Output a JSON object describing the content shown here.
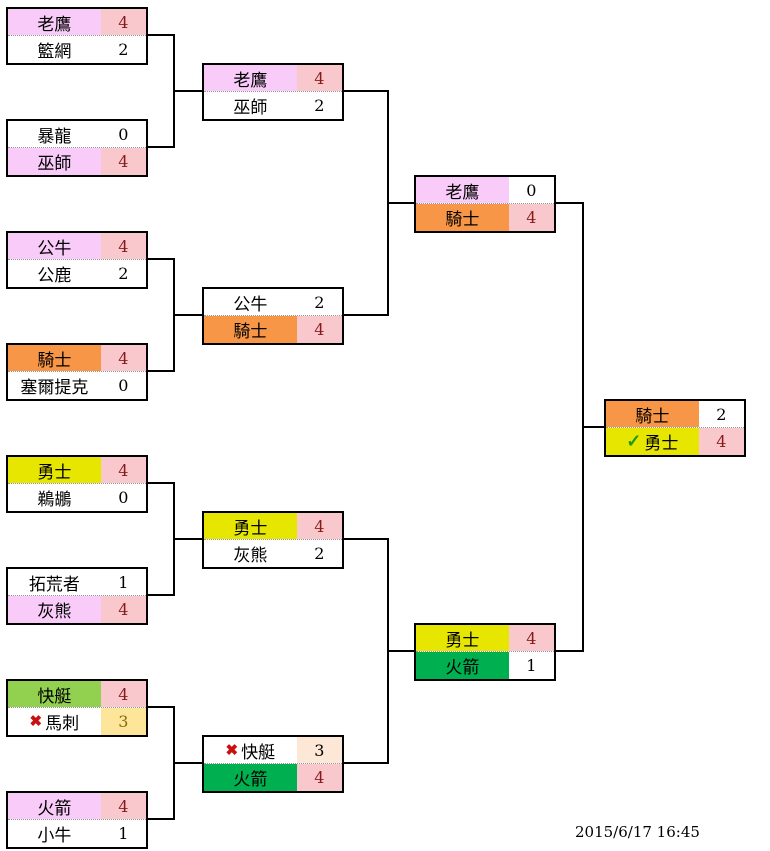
{
  "colors": {
    "pink": "#f8cbf8",
    "orange": "#f79646",
    "yellow": "#e6e600",
    "lime": "#92d050",
    "green": "#00b050",
    "white": "#ffffff",
    "score_win": "#f8c8cc",
    "score_pending": "#fde7d6",
    "score_highlight": "#fde59a"
  },
  "round1": [
    {
      "top": {
        "team": "老鷹",
        "score": "4"
      },
      "bottom": {
        "team": "籃網",
        "score": "2"
      }
    },
    {
      "top": {
        "team": "暴龍",
        "score": "0"
      },
      "bottom": {
        "team": "巫師",
        "score": "4"
      }
    },
    {
      "top": {
        "team": "公牛",
        "score": "4"
      },
      "bottom": {
        "team": "公鹿",
        "score": "2"
      }
    },
    {
      "top": {
        "team": "騎士",
        "score": "4"
      },
      "bottom": {
        "team": "塞爾提克",
        "score": "0"
      }
    },
    {
      "top": {
        "team": "勇士",
        "score": "4"
      },
      "bottom": {
        "team": "鵜鶘",
        "score": "0"
      }
    },
    {
      "top": {
        "team": "拓荒者",
        "score": "1"
      },
      "bottom": {
        "team": "灰熊",
        "score": "4"
      }
    },
    {
      "top": {
        "team": "快艇",
        "score": "4"
      },
      "bottom": {
        "team": "馬刺",
        "score": "3",
        "mark": "✖"
      }
    },
    {
      "top": {
        "team": "火箭",
        "score": "4"
      },
      "bottom": {
        "team": "小牛",
        "score": "1"
      }
    }
  ],
  "round2": [
    {
      "top": {
        "team": "老鷹",
        "score": "4"
      },
      "bottom": {
        "team": "巫師",
        "score": "2"
      }
    },
    {
      "top": {
        "team": "公牛",
        "score": "2"
      },
      "bottom": {
        "team": "騎士",
        "score": "4"
      }
    },
    {
      "top": {
        "team": "勇士",
        "score": "4"
      },
      "bottom": {
        "team": "灰熊",
        "score": "2"
      }
    },
    {
      "top": {
        "team": "快艇",
        "score": "3",
        "mark": "✖"
      },
      "bottom": {
        "team": "火箭",
        "score": "4"
      }
    }
  ],
  "conference_finals": [
    {
      "top": {
        "team": "老鷹",
        "score": "0"
      },
      "bottom": {
        "team": "騎士",
        "score": "4"
      }
    },
    {
      "top": {
        "team": "勇士",
        "score": "4"
      },
      "bottom": {
        "team": "火箭",
        "score": "1"
      }
    }
  ],
  "finals": {
    "top": {
      "team": "騎士",
      "score": "2"
    },
    "bottom": {
      "team": "勇士",
      "score": "4",
      "mark": "✓"
    }
  },
  "timestamp": "2015/6/17 16:45"
}
